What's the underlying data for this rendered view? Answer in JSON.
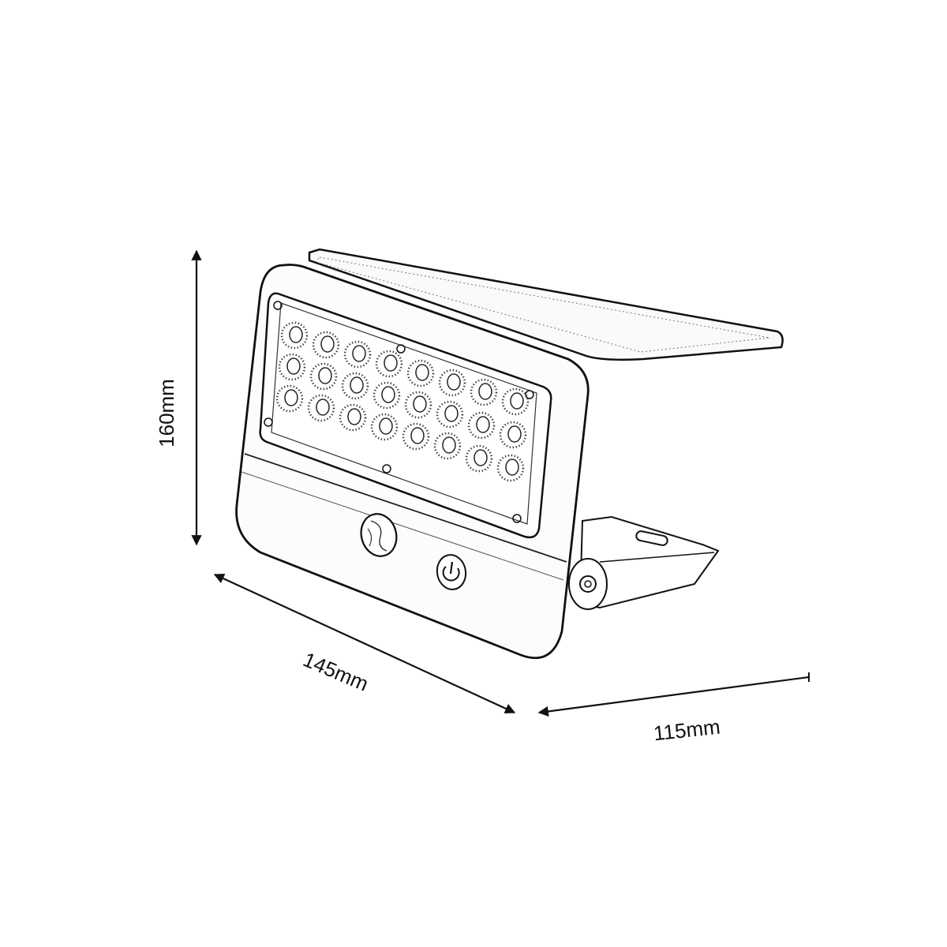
{
  "diagram": {
    "subject": "Solar LED flood light with motion sensor",
    "dimensions": {
      "height": "160mm",
      "width": "145mm",
      "depth": "115mm"
    },
    "parts": {
      "solar_panel": "solar-panel",
      "led_panel": {
        "rows": 3,
        "columns": 8,
        "led_count": 24
      },
      "motion_sensor": "pir-sensor",
      "power_button": "power-icon",
      "mounting_bracket": "wall-bracket"
    },
    "colors": {
      "line": "#111111",
      "background": "#ffffff"
    }
  }
}
